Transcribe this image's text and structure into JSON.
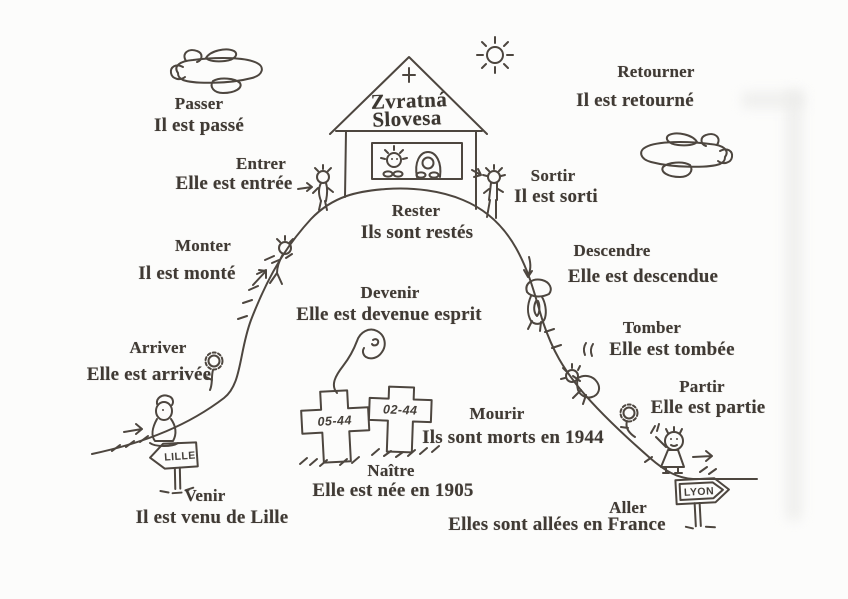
{
  "page": {
    "background_color": "#fcfcfb",
    "ink_color": "#4d463f",
    "text_color": "#403a34"
  },
  "house": {
    "title_line1": "Zvratná",
    "title_line2": "Slovesa"
  },
  "signs": {
    "lille": "LILLE",
    "lyon": "LYON"
  },
  "graves": {
    "left": "05-44",
    "right": "02-44"
  },
  "verbs": {
    "passer": {
      "infinitive": "Passer",
      "example": "Il est passé"
    },
    "entrer": {
      "infinitive": "Entrer",
      "example": "Elle est entrée"
    },
    "monter": {
      "infinitive": "Monter",
      "example": "Il est monté"
    },
    "arriver": {
      "infinitive": "Arriver",
      "example": "Elle est arrivée"
    },
    "venir": {
      "infinitive": "Venir",
      "example": "Il est venu de Lille"
    },
    "rester": {
      "infinitive": "Rester",
      "example": "Ils sont restés"
    },
    "devenir": {
      "infinitive": "Devenir",
      "example": "Elle est devenue esprit"
    },
    "naitre": {
      "infinitive": "Naître",
      "example": "Elle est née en 1905"
    },
    "mourir": {
      "infinitive": "Mourir",
      "example": "Ils sont morts en 1944"
    },
    "retourner": {
      "infinitive": "Retourner",
      "example": "Il est retourné"
    },
    "sortir": {
      "infinitive": "Sortir",
      "example": "Il est sorti"
    },
    "descendre": {
      "infinitive": "Descendre",
      "example": "Elle est descendue"
    },
    "tomber": {
      "infinitive": "Tomber",
      "example": "Elle est tombée"
    },
    "partir": {
      "infinitive": "Partir",
      "example": "Elle est partie"
    },
    "aller": {
      "infinitive": "Aller",
      "example": "Elles sont allées en France"
    }
  }
}
